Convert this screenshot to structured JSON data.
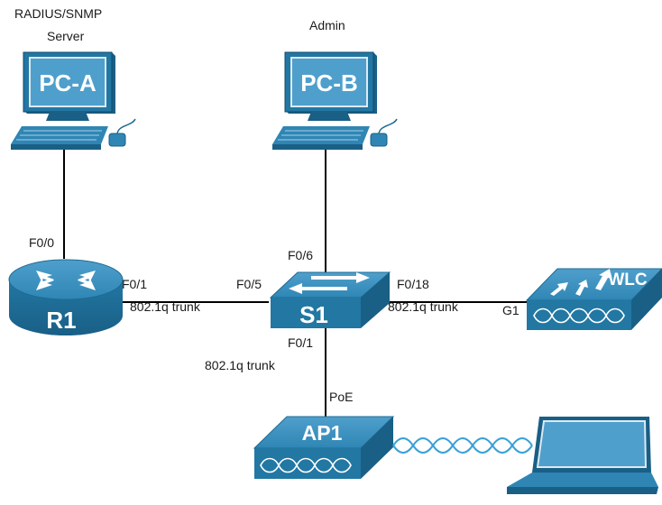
{
  "devices": {
    "pc_a": {
      "label": "PC-A",
      "caption_line1": "RADIUS/SNMP",
      "caption_line2": "Server"
    },
    "pc_b": {
      "label": "PC-B",
      "caption": "Admin"
    },
    "r1": {
      "label": "R1"
    },
    "s1": {
      "label": "S1"
    },
    "wlc": {
      "label": "WLC"
    },
    "ap1": {
      "label": "AP1"
    }
  },
  "interfaces": {
    "r1_f00": "F0/0",
    "r1_f01": "F0/1",
    "s1_f05": "F0/5",
    "s1_f06": "F0/6",
    "s1_f018": "F0/18",
    "s1_f01": "F0/1",
    "wlc_g1": "G1",
    "ap1_poe": "PoE"
  },
  "links": {
    "r1_s1": "802.1q trunk",
    "s1_wlc": "802.1q trunk",
    "s1_ap1": "802.1q trunk"
  },
  "colors": {
    "device_dark": "#1d6b94",
    "device_mid": "#2f86b4",
    "device_light": "#5ba7d1",
    "link": "#000000",
    "wireless": "#3aa0d8"
  }
}
